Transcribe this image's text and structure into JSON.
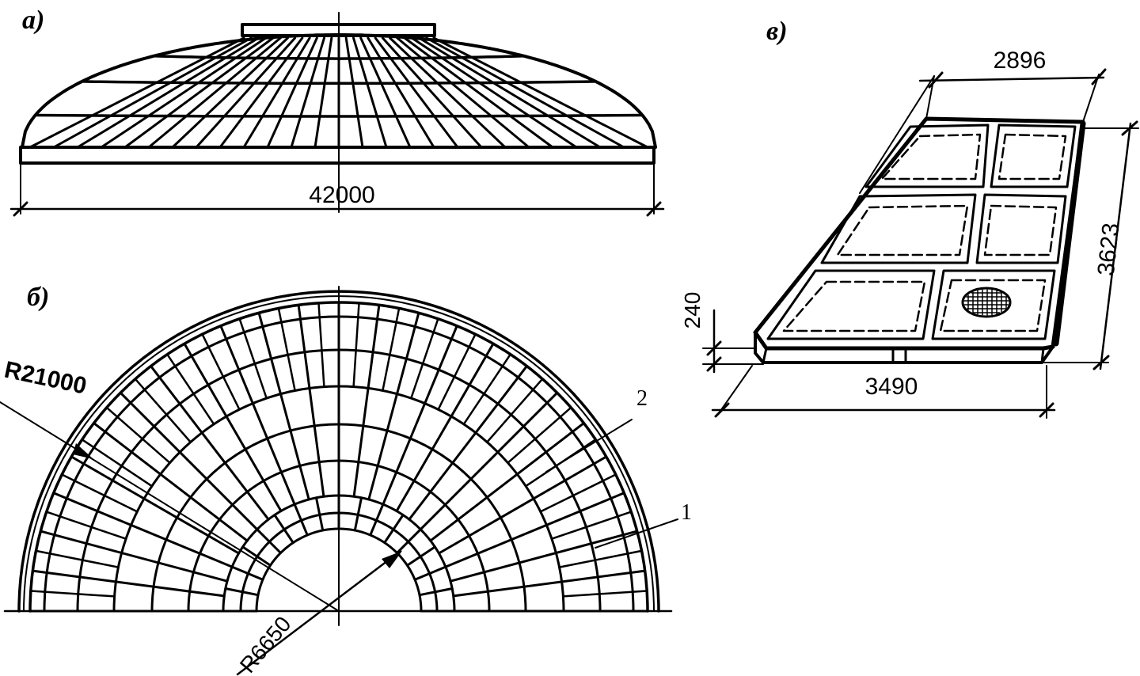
{
  "panel_a": {
    "label": "а)",
    "dimension_span": "42000"
  },
  "panel_b": {
    "label": "б)",
    "outer_radius": "R21000",
    "inner_radius": "R6650",
    "callout_1": "1",
    "callout_2": "2"
  },
  "panel_v": {
    "label": "в)",
    "dim_top": "2896",
    "dim_right": "3623",
    "dim_bottom": "3490",
    "dim_height": "240"
  }
}
